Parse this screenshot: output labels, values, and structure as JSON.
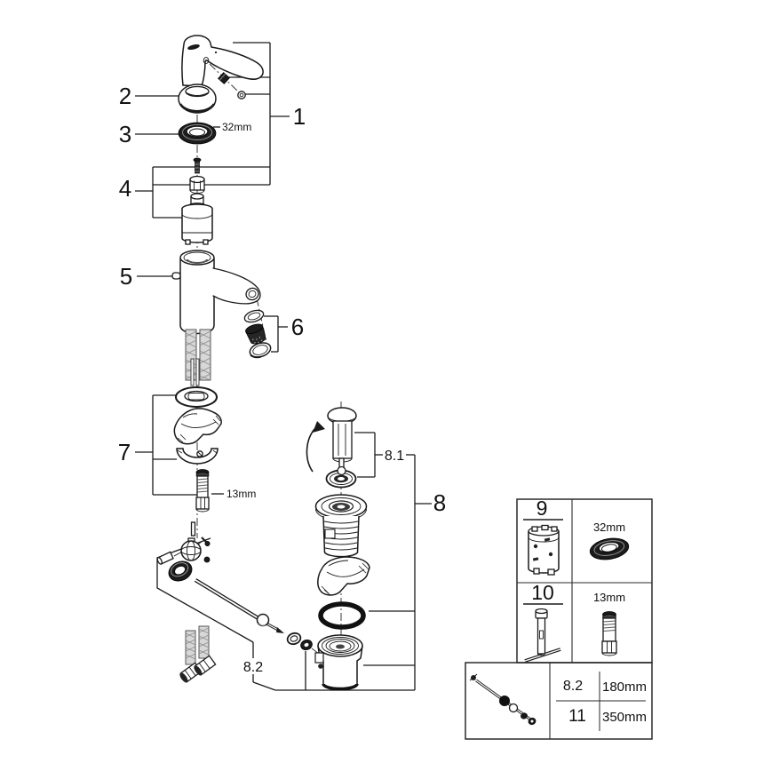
{
  "figure_type": "exploded-parts-diagram",
  "colors": {
    "background": "#ffffff",
    "line": "#1a1a1a",
    "dark_fill": "#1c1c1c"
  },
  "callouts": {
    "c1": "1",
    "c2": "2",
    "c3": "3",
    "c4": "4",
    "c5": "5",
    "c6": "6",
    "c7": "7",
    "c8": "8",
    "c8_1": "8.1",
    "c8_2": "8.2"
  },
  "dimensions": {
    "ring_nut_size": "32mm",
    "mounting_stud_size": "13mm"
  },
  "tool_table": {
    "rows": [
      {
        "item_no": "9",
        "size": "32mm"
      },
      {
        "item_no": "10",
        "size": "13mm"
      }
    ]
  },
  "length_table": {
    "rows": [
      {
        "item_no": "8.2",
        "length": "180mm"
      },
      {
        "item_no": "11",
        "length": "350mm"
      }
    ]
  }
}
